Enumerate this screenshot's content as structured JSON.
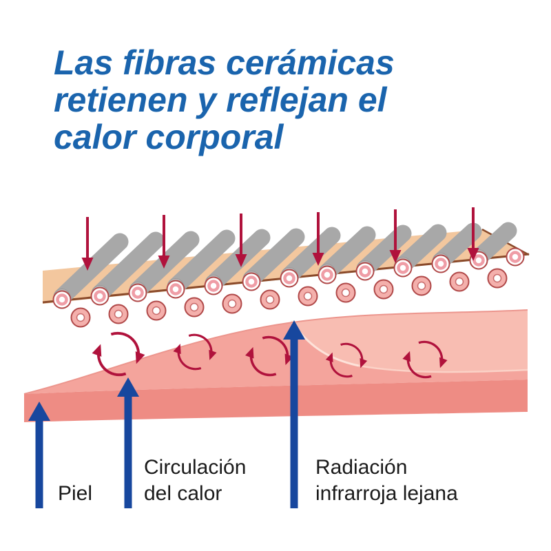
{
  "title": {
    "lines": [
      "Las fibras cerámicas",
      "retienen y reflejan el",
      "calor corporal"
    ]
  },
  "labels": {
    "piel": "Piel",
    "circulacion_line1": "Circulación",
    "circulacion_line2": "del calor",
    "radiacion_line1": "Radiación",
    "radiacion_line2": "infrarroja lejana"
  },
  "colors": {
    "title_blue": "#1a64ad",
    "pointer_arrow_blue": "#17479e",
    "heat_arrow_red": "#b0123c",
    "skin_top_pink": "#f4a49c",
    "skin_highlight_pink": "#f8bdb2",
    "skin_front_pink": "#ee8c84",
    "fiber_gray": "#a8a8a8",
    "fabric_band_peach": "#f3c79e",
    "thread_brown": "#8a4a2a",
    "bead_ring_pink": "#ef9da6",
    "label_text": "#1a1a1a",
    "background": "#ffffff"
  }
}
